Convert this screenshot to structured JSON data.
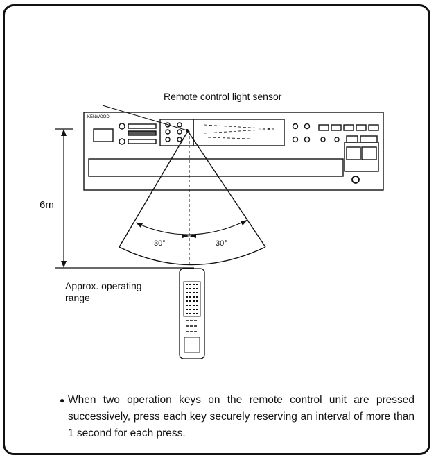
{
  "diagram": {
    "sensor_label": "Remote control light sensor",
    "distance_label": "6m",
    "angle_left": "30°",
    "angle_right": "30°",
    "range_label": "Approx. operating range",
    "brand": "KENWOOD"
  },
  "note": {
    "bullet": "●",
    "text": "When two operation keys on the remote control unit are pressed successively, press each key securely reserving an interval of more than 1 second for each press."
  }
}
